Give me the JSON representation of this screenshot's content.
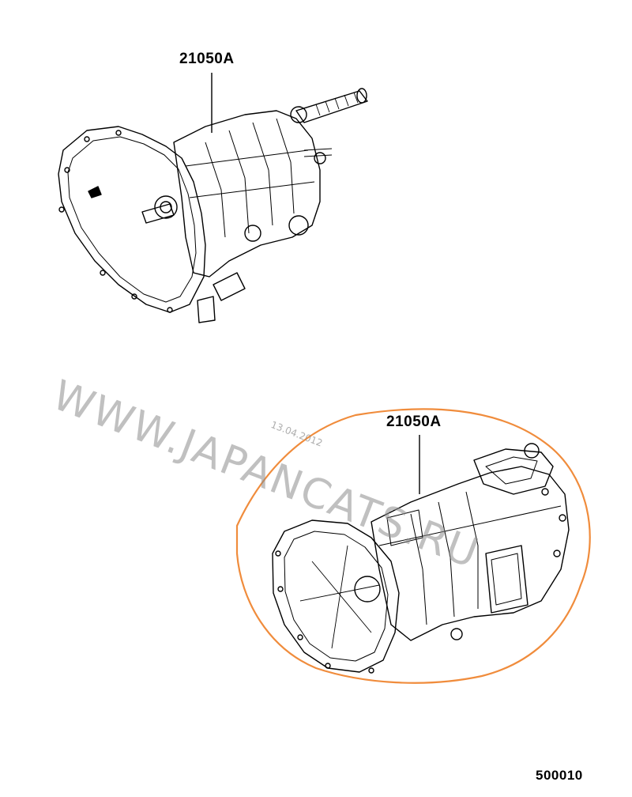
{
  "parts": {
    "top_label": "21050A",
    "bottom_label": "21050A"
  },
  "watermark": {
    "text": "WWW.JAPANCATS.RU",
    "date": "13.04.2012"
  },
  "footer": {
    "code": "500010"
  },
  "colors": {
    "highlight": "#f08c3c",
    "line": "#000000",
    "watermark": "#8c8c8c"
  }
}
